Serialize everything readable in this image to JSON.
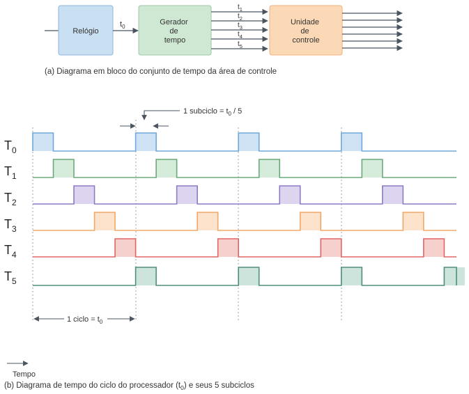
{
  "block_diagram": {
    "clock": {
      "label": "Relógio"
    },
    "clock_output": {
      "main": "t",
      "sub": "0"
    },
    "generator": {
      "lines": [
        "Gerador",
        "de",
        "tempo"
      ]
    },
    "generator_outputs": [
      {
        "main": "t",
        "sub": "1"
      },
      {
        "main": "t",
        "sub": "2"
      },
      {
        "main": "t",
        "sub": "3"
      },
      {
        "main": "t",
        "sub": "4"
      },
      {
        "main": "t",
        "sub": "5"
      }
    ],
    "control_unit": {
      "lines": [
        "Unidade",
        "de",
        "controle"
      ]
    },
    "output_arrow_count": 6,
    "caption": "(a) Diagrama em bloco do conjunto de tempo da área de controle"
  },
  "timing_diagram": {
    "subcycle_annotation": {
      "prefix": "1 subciclo = t",
      "sub": "0",
      "suffix": " / 5"
    },
    "cycle_annotation": {
      "prefix": "1 ciclo = t",
      "sub": "0"
    },
    "time_label": "Tempo",
    "caption": {
      "prefix": "(b) Diagrama de tempo do ciclo do processador (t",
      "sub": "0",
      "suffix": ") e seus 5 subciclos"
    },
    "cycles_shown": 4,
    "subcycles_per_cycle": 5,
    "signals": [
      {
        "main": "T",
        "sub": "0",
        "color": "#6fa8dc",
        "fill": "#cfe2f3",
        "active_subcycle": 0
      },
      {
        "main": "T",
        "sub": "1",
        "color": "#6aaa7a",
        "fill": "#d4ecd9",
        "active_subcycle": 1
      },
      {
        "main": "T",
        "sub": "2",
        "color": "#8e7cc3",
        "fill": "#ddd5f0",
        "active_subcycle": 2
      },
      {
        "main": "T",
        "sub": "3",
        "color": "#f0a868",
        "fill": "#fde3cc",
        "active_subcycle": 3
      },
      {
        "main": "T",
        "sub": "4",
        "color": "#e06666",
        "fill": "#f6d0cc",
        "active_subcycle": 4
      },
      {
        "main": "T",
        "sub": "5",
        "color": "#4e8f7a",
        "fill": "#cde4dc",
        "active_subcycle": 5
      }
    ]
  },
  "colors": {
    "clock_fill": "#c9dff2",
    "clock_stroke": "#8fb4d9",
    "generator_fill": "#cfe8d4",
    "generator_stroke": "#9cc7a6",
    "control_fill": "#fcd9b6",
    "control_stroke": "#f0b27a",
    "arrow": "#4a5560",
    "dashed_guide": "#9aa0a6"
  }
}
